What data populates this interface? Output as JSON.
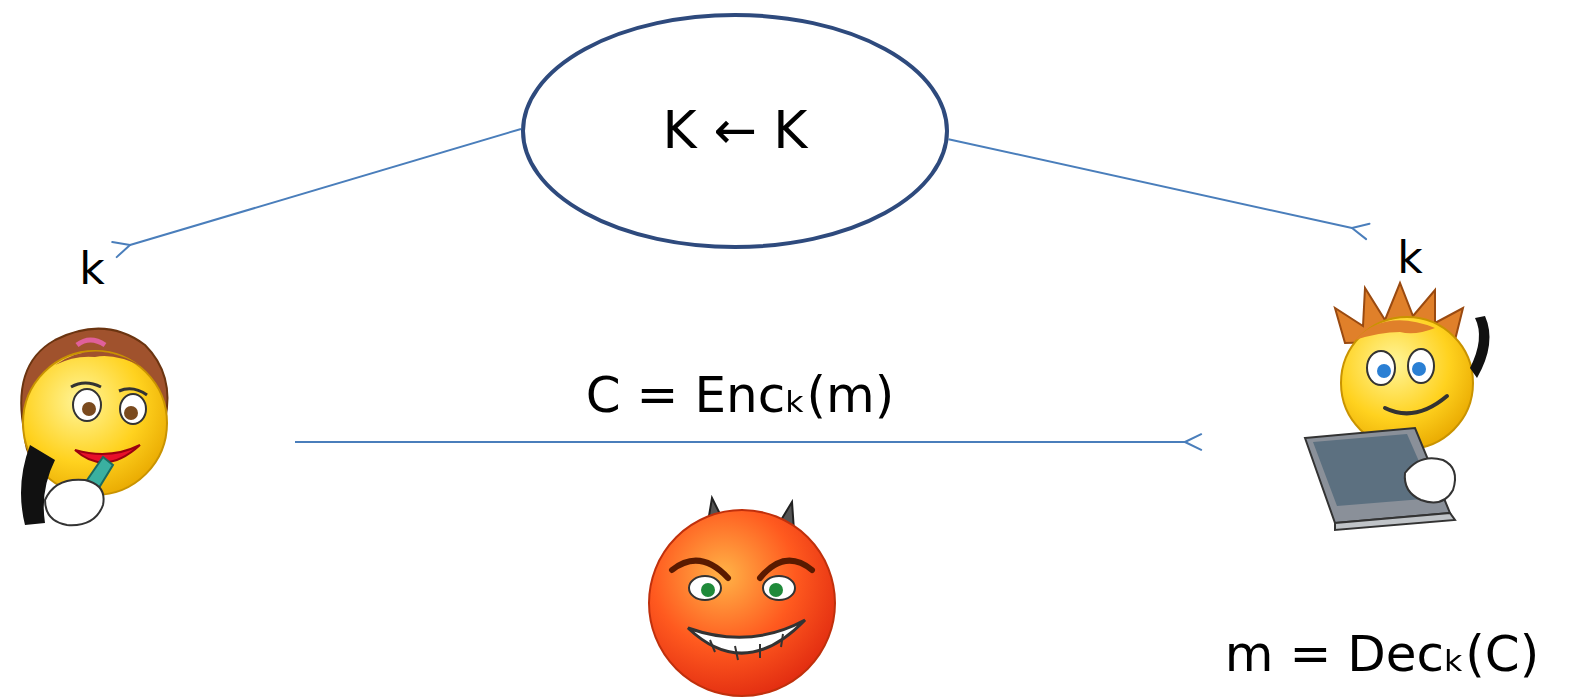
{
  "diagram": {
    "nodes": [
      {
        "text": [
          "K ← K"
        ]
      },
      {
        "text": [
          "k"
        ]
      },
      {
        "text": [
          "k"
        ]
      }
    ],
    "edges": [
      {
        "from": 0,
        "to": 1,
        "arrow": "to"
      },
      {
        "from": 0,
        "to": 2,
        "arrow": "to"
      },
      {
        "from": 1,
        "to": 2,
        "label": "C = Encₖ(m)",
        "arrow": "to"
      }
    ],
    "labels": [
      "m = Decₖ(C)"
    ]
  }
}
